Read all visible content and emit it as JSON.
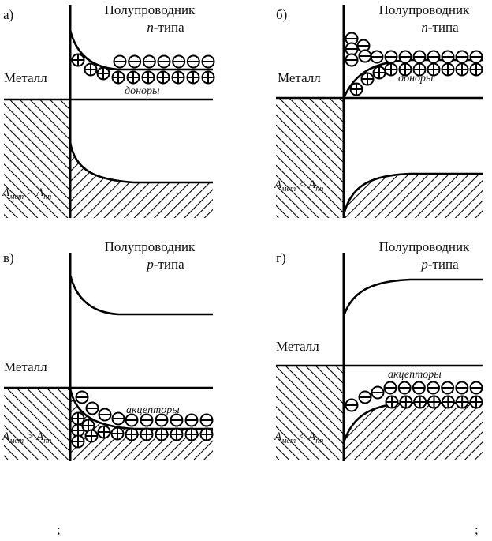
{
  "panels": [
    {
      "letter": "а)",
      "title": "Полупроводник",
      "type": "n",
      "type_suffix": "-типа",
      "metal": "Металл",
      "impurity": "доноры",
      "relation": "A_мет > A_пп",
      "A": "A",
      "met": "мет",
      "rel": ">",
      "pp": "пп"
    },
    {
      "letter": "б)",
      "title": "Полупроводник",
      "type": "n",
      "type_suffix": "-типа",
      "metal": "Металл",
      "impurity": "доноры",
      "relation": "A_мет < A_пп",
      "A": "A",
      "met": "мет",
      "rel": "<",
      "pp": "пп"
    },
    {
      "letter": "в)",
      "title": "Полупроводник",
      "type": "p",
      "type_suffix": "-типа",
      "metal": "Металл",
      "impurity": "акцепторы",
      "relation": "A_мет > A_пп",
      "A": "A",
      "met": "мет",
      "rel": ">",
      "pp": "пп"
    },
    {
      "letter": "г)",
      "title": "Полупроводник",
      "type": "p",
      "type_suffix": "-типа",
      "metal": "Металл",
      "impurity": "акцепторы",
      "relation": "A_мет < A_пп",
      "A": "A",
      "met": "мет",
      "rel": "<",
      "pp": "пп"
    }
  ],
  "separators": [
    ";",
    ";"
  ]
}
